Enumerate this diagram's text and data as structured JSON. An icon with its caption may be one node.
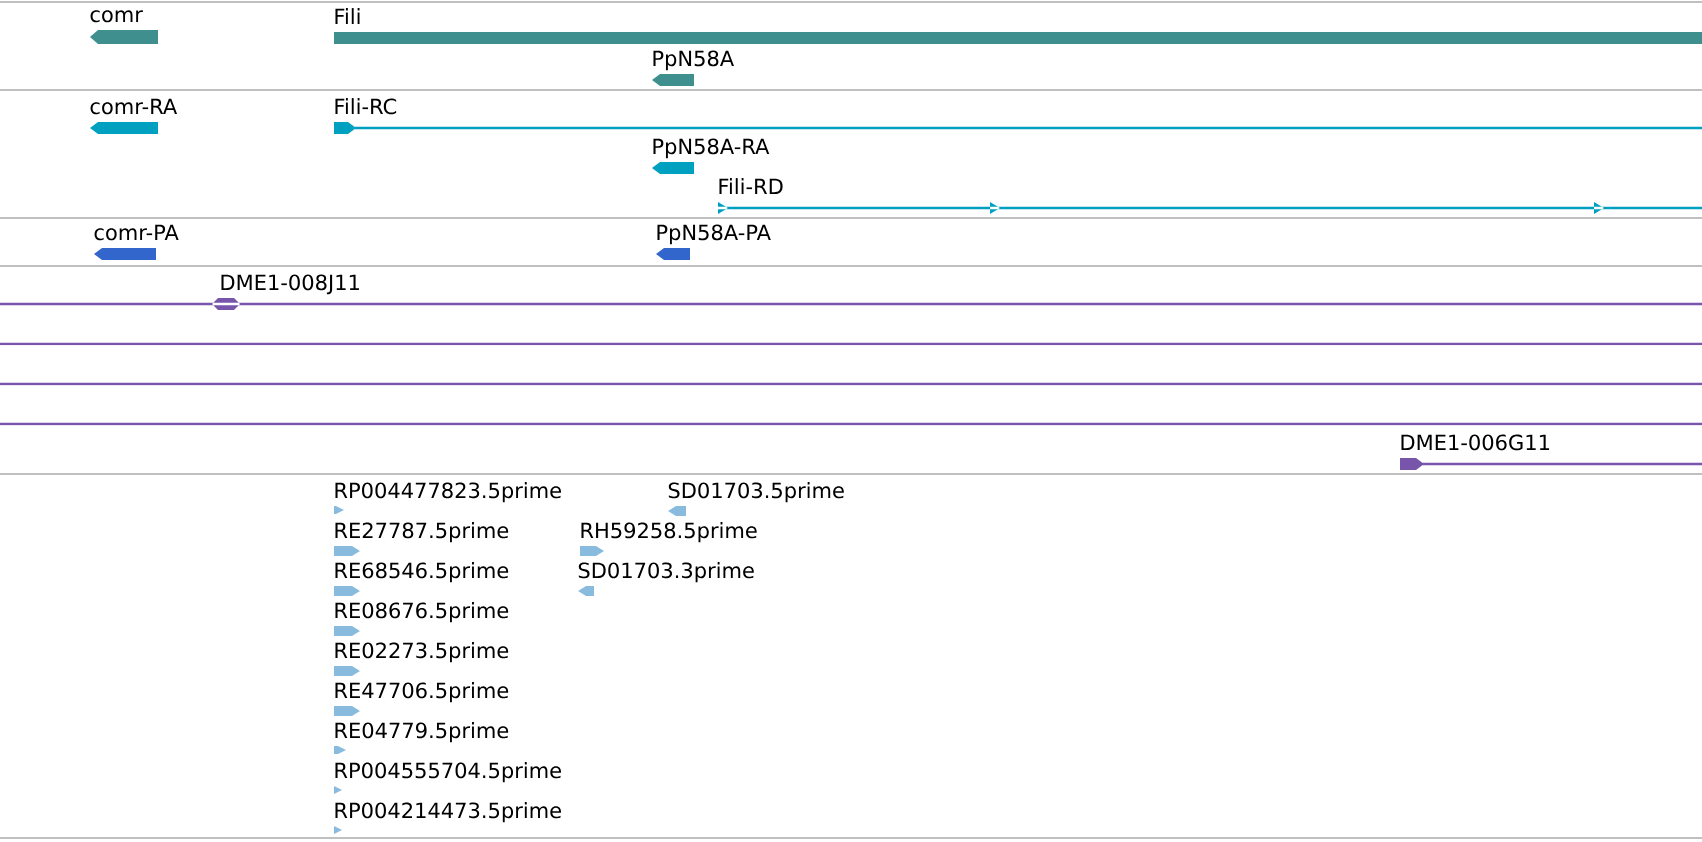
{
  "diagram": {
    "nodes": [
      {
        "text": [
          "comr"
        ]
      },
      {
        "text": [
          "Fili"
        ]
      },
      {
        "text": [
          "PpN58A"
        ]
      },
      {
        "text": [
          "comr-RA"
        ]
      },
      {
        "text": [
          "Fili-RC"
        ]
      },
      {
        "text": [
          "PpN58A-RA"
        ]
      },
      {
        "text": [
          "Fili-RD"
        ]
      },
      {
        "text": [
          "comr-PA"
        ]
      },
      {
        "text": [
          "PpN58A-PA"
        ]
      },
      {
        "text": [
          "DME1-008J11"
        ]
      },
      {
        "text": [],
        "shape": "bar"
      },
      {
        "text": [],
        "shape": "bar"
      },
      {
        "text": [],
        "shape": "bar"
      },
      {
        "text": [
          "DME1-006G11"
        ]
      },
      {
        "text": [
          "RP004477823.5prime"
        ]
      },
      {
        "text": [
          "SD01703.5prime"
        ]
      },
      {
        "text": [
          "RE27787.5prime"
        ]
      },
      {
        "text": [
          "RH59258.5prime"
        ]
      },
      {
        "text": [
          "RE68546.5prime"
        ]
      },
      {
        "text": [
          "SD01703.3prime"
        ]
      },
      {
        "text": [
          "RE08676.5prime"
        ]
      },
      {
        "text": [
          "RE02273.5prime"
        ]
      },
      {
        "text": [
          "RE47706.5prime"
        ]
      },
      {
        "text": [
          "RE04779.5prime"
        ]
      },
      {
        "text": [
          "RP004555704.5prime"
        ]
      },
      {
        "text": [
          "RP004214473.5prime"
        ]
      }
    ]
  }
}
